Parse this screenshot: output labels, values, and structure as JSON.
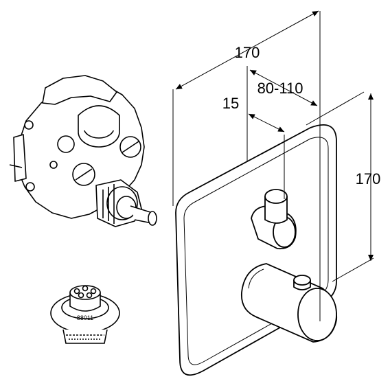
{
  "dimensions": {
    "overall_width": "170",
    "projection_range": "80-110",
    "handle_offset": "15",
    "overall_height": "170"
  },
  "parts": {
    "cartridge_label": "88011"
  },
  "colors": {
    "line": "#000000",
    "background": "#ffffff"
  }
}
